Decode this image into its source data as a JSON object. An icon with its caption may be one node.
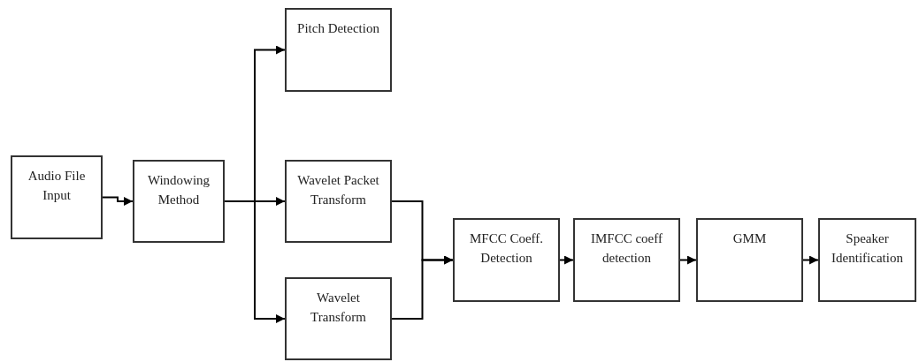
{
  "diagram": {
    "nodes": [
      {
        "text": [
          "Audio File Input"
        ]
      },
      {
        "text": [
          "Windowing Method"
        ]
      },
      {
        "text": [
          "Pitch Detection"
        ]
      },
      {
        "text": [
          "Wavelet Packet Transform"
        ]
      },
      {
        "text": [
          "Wavelet Transform"
        ]
      },
      {
        "text": [
          "MFCC Coeff. Detection"
        ]
      },
      {
        "text": [
          "IMFCC coeff detection"
        ]
      },
      {
        "text": [
          "GMM"
        ]
      },
      {
        "text": [
          "Speaker Identification"
        ]
      }
    ],
    "edges": [
      {
        "from": 0,
        "to": 1,
        "arrow": "to"
      },
      {
        "from": 1,
        "to": 2,
        "arrow": "to"
      },
      {
        "from": 1,
        "to": 3,
        "arrow": "to"
      },
      {
        "from": 1,
        "to": 4,
        "arrow": "to"
      },
      {
        "from": 3,
        "to": 5,
        "arrow": "to"
      },
      {
        "from": 4,
        "to": 5,
        "arrow": "to"
      },
      {
        "from": 5,
        "to": 6,
        "arrow": "to"
      },
      {
        "from": 6,
        "to": 7,
        "arrow": "to"
      },
      {
        "from": 7,
        "to": 8,
        "arrow": "to"
      }
    ]
  }
}
